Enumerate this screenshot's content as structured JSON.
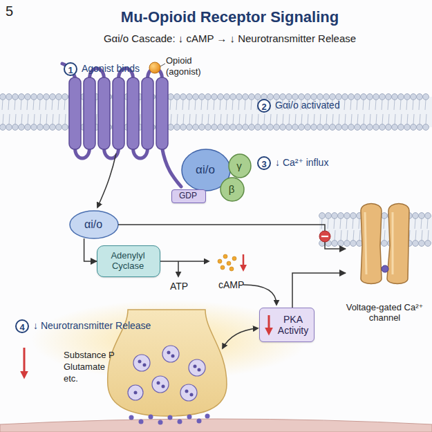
{
  "diagram": {
    "title": "Mu-Opioid Receptor Signaling",
    "nodes": [
      {
        "text": [
          "αi/o"
        ]
      },
      {
        "text": [
          "γ"
        ]
      },
      {
        "text": [
          "β"
        ]
      },
      {
        "text": [
          "GDP"
        ]
      },
      {
        "text": [
          "αi/o"
        ]
      },
      {
        "text": [
          "Adenylyl Cyclase"
        ]
      },
      {
        "text": [
          "PKA Activity"
        ]
      },
      {
        "text": [
          "Voltage-gated Ca²⁺ channel"
        ]
      }
    ],
    "edges": [
      {
        "from": 4,
        "to": 5,
        "arrow": "to"
      },
      {
        "from": 4,
        "to": 7,
        "arrow": "to"
      },
      {
        "from": 6,
        "to": 7,
        "arrow": "to"
      }
    ],
    "labels": [
      "5",
      "Gαi/o Cascade: ↓ cAMP → ↓ Neurotransmitter Release",
      "1",
      "Agonist binds",
      "Opioid (agonist)",
      "2",
      "Gαi/o activated",
      "3",
      "↓ Ca²⁺ influx",
      "ATP",
      "cAMP",
      "4",
      "↓ Neurotransmitter Release",
      "Substance P",
      "Glutamate",
      "etc."
    ]
  }
}
